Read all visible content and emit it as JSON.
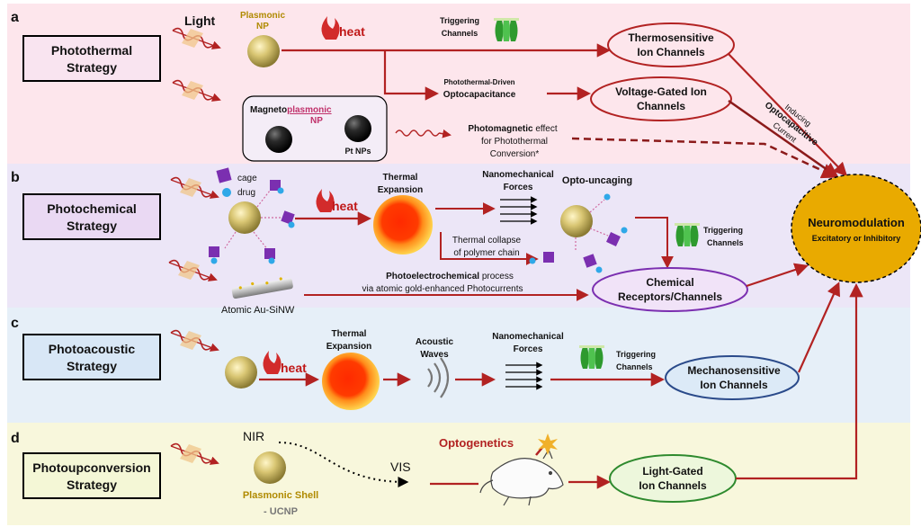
{
  "panels": {
    "a": {
      "letter": "a",
      "strategy_line1": "Photothermal",
      "strategy_line2": "Strategy"
    },
    "b": {
      "letter": "b",
      "strategy_line1": "Photochemical",
      "strategy_line2": "Strategy"
    },
    "c": {
      "letter": "c",
      "strategy_line1": "Photoacoustic",
      "strategy_line2": "Strategy"
    },
    "d": {
      "letter": "d",
      "strategy_line1": "Photoupconversion",
      "strategy_line2": "Strategy"
    }
  },
  "labels": {
    "light": "Light",
    "plasmonic_np_1": "Plasmonic",
    "plasmonic_np_2": "NP",
    "heat": "heat",
    "triggering_1": "Triggering",
    "triggering_2": "Channels",
    "photothermal_driven": "Photothermal-Driven",
    "optocapacitance": "Optocapacitance",
    "magneto_prefix": "Magneto",
    "magneto_suffix": "plasmonic",
    "magneto_np": "NP",
    "pt_nps": "Pt NPs",
    "photomagnetic_bold": "Photomagnetic",
    "photomagnetic_rest": " effect",
    "photomagnetic_2": "for Photothermal",
    "photomagnetic_3": "Conversion*",
    "inducing": "Inducing",
    "optocapacitive": "Optocapacitive",
    "current": "Current",
    "cage": "cage",
    "drug": "drug",
    "thermal_1": "Thermal",
    "thermal_2": "Expansion",
    "nanomech_1": "Nanomechanical",
    "nanomech_2": "Forces",
    "opto_uncaging": "Opto-uncaging",
    "thermal_collapse_1": "Thermal collapse",
    "thermal_collapse_2": "of polymer chain",
    "photoelectro_bold": "Photoelectrochemical",
    "photoelectro_rest": " process",
    "photoelectro_2": "via atomic gold-enhanced Photocurrents",
    "atomic_au": "Atomic Au-SiNW",
    "acoustic_1": "Acoustic",
    "acoustic_2": "Waves",
    "nir": "NIR",
    "vis": "VIS",
    "optogenetics": "Optogenetics",
    "plasmonic_shell": "Plasmonic Shell",
    "ucnp": "- UCNP"
  },
  "channels": {
    "thermosensitive_1": "Thermosensitive",
    "thermosensitive_2": "Ion Channels",
    "voltage_1": "Voltage-Gated Ion",
    "voltage_2": "Channels",
    "chemical_1": "Chemical",
    "chemical_2": "Receptors/Channels",
    "mechano_1": "Mechanosensitive",
    "mechano_2": "Ion Channels",
    "lightgated_1": "Light-Gated",
    "lightgated_2": "Ion Channels"
  },
  "neuromodulation": {
    "title": "Neuromodulation",
    "subtitle": "Excitatory or Inhibitory"
  },
  "colors": {
    "arrow": "#b22222",
    "panel_a": "#fde6ec",
    "panel_b": "#ece6f7",
    "panel_c": "#e6eff8",
    "panel_d": "#f8f7dc",
    "neuro_fill": "#e9aa00",
    "channel_green_fill": "#edf7dc",
    "channel_purple_fill": "#f1e3f8",
    "channel_blue_fill": "#dceaf7",
    "strategy_a": "#f9e4f0",
    "strategy_b": "#ead9f3",
    "strategy_c": "#d8e7f6",
    "strategy_d": "#f4f7d6"
  }
}
